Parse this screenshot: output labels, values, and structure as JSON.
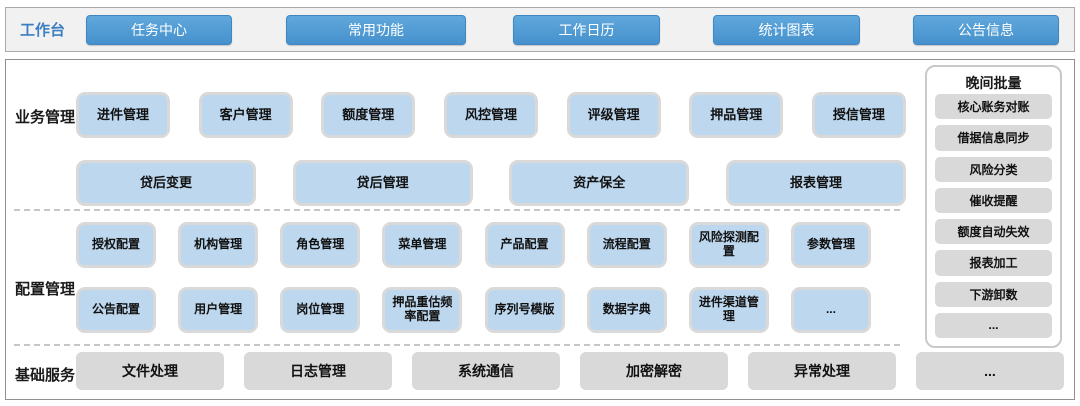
{
  "topbar": {
    "label": "工作台",
    "buttons": [
      "任务中心",
      "常用功能",
      "工作日历",
      "统计图表",
      "公告信息"
    ]
  },
  "business": {
    "label": "业务管理",
    "row1": [
      "进件管理",
      "客户管理",
      "额度管理",
      "风控管理",
      "评级管理",
      "押品管理",
      "授信管理"
    ],
    "row2": [
      "贷后变更",
      "贷后管理",
      "资产保全",
      "报表管理"
    ]
  },
  "config": {
    "label": "配置管理",
    "row1": [
      "授权配置",
      "机构管理",
      "角色管理",
      "菜单管理",
      "产品配置",
      "流程配置",
      "风险探测配置",
      "参数管理"
    ],
    "row2": [
      "公告配置",
      "用户管理",
      "岗位管理",
      "押品重估频率配置",
      "序列号模版",
      "数据字典",
      "进件渠道管理",
      "..."
    ]
  },
  "base": {
    "label": "基础服务",
    "items": [
      "文件处理",
      "日志管理",
      "系统通信",
      "加密解密",
      "异常处理",
      "..."
    ]
  },
  "night_batch": {
    "title": "晚间批量",
    "items": [
      "核心账务对账",
      "借据信息同步",
      "风险分类",
      "催收提醒",
      "额度自动失效",
      "报表加工",
      "下游卸数",
      "..."
    ]
  },
  "colors": {
    "accent_blue": "#4A97D2",
    "label_blue": "#3C7FC1",
    "tile_blue": "#BDD7EE",
    "tile_gray": "#D9D9D9"
  }
}
